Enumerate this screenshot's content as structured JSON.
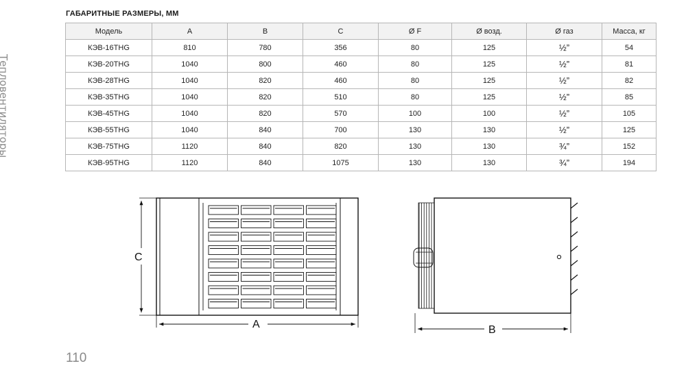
{
  "side_label": "Тепловентиляторы",
  "section_title": "ГАБАРИТНЫЕ РАЗМЕРЫ, ММ",
  "table": {
    "headers": [
      "Модель",
      "A",
      "B",
      "C",
      "Ø F",
      "Ø возд.",
      "Ø газ",
      "Масса, кг"
    ],
    "rows": [
      [
        "КЭВ-16THG",
        "810",
        "780",
        "356",
        "80",
        "125",
        "½”",
        "54"
      ],
      [
        "КЭВ-20THG",
        "1040",
        "800",
        "460",
        "80",
        "125",
        "½”",
        "81"
      ],
      [
        "КЭВ-28THG",
        "1040",
        "820",
        "460",
        "80",
        "125",
        "½”",
        "82"
      ],
      [
        "КЭВ-35THG",
        "1040",
        "820",
        "510",
        "80",
        "125",
        "½”",
        "85"
      ],
      [
        "КЭВ-45THG",
        "1040",
        "820",
        "570",
        "100",
        "100",
        "½”",
        "105"
      ],
      [
        "КЭВ-55THG",
        "1040",
        "840",
        "700",
        "130",
        "130",
        "½”",
        "125"
      ],
      [
        "КЭВ-75THG",
        "1120",
        "840",
        "820",
        "130",
        "130",
        "¾”",
        "152"
      ],
      [
        "КЭВ-95THG",
        "1120",
        "840",
        "1075",
        "130",
        "130",
        "¾”",
        "194"
      ]
    ]
  },
  "drawing": {
    "front_view": {
      "label_height": "C",
      "label_width": "A"
    },
    "side_view": {
      "label_width": "B"
    }
  },
  "page_number": "110"
}
